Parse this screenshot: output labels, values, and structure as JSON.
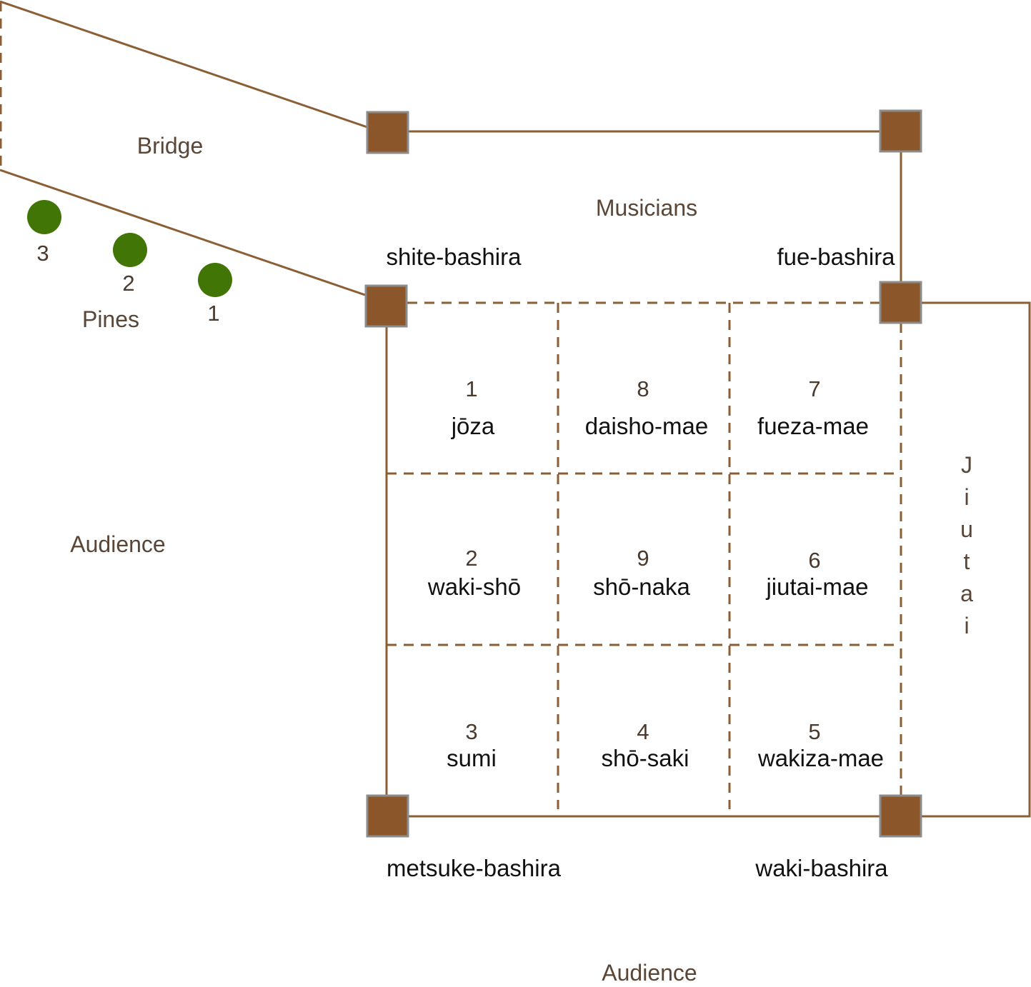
{
  "colors": {
    "pillar": "#8B572A",
    "line": "#8B5E34",
    "pine": "#417505"
  },
  "labels": {
    "bridge": "Bridge",
    "musicians": "Musicians",
    "pines": "Pines",
    "audience_left": "Audience",
    "audience_bottom": "Audience",
    "jiutai_letters": [
      "J",
      "i",
      "u",
      "t",
      "a",
      "i"
    ]
  },
  "pillars": {
    "shite": "shite-bashira",
    "fue": "fue-bashira",
    "metsuke": "metsuke-bashira",
    "waki": "waki-bashira"
  },
  "pines": [
    "3",
    "2",
    "1"
  ],
  "stage_cells": [
    {
      "num": "1",
      "name": "jōza"
    },
    {
      "num": "8",
      "name": "daisho-mae"
    },
    {
      "num": "7",
      "name": "fueza-mae"
    },
    {
      "num": "2",
      "name": "waki-shō"
    },
    {
      "num": "9",
      "name": "shō-naka"
    },
    {
      "num": "6",
      "name": "jiutai-mae"
    },
    {
      "num": "3",
      "name": "sumi"
    },
    {
      "num": "4",
      "name": "shō-saki"
    },
    {
      "num": "5",
      "name": "wakiza-mae"
    }
  ]
}
